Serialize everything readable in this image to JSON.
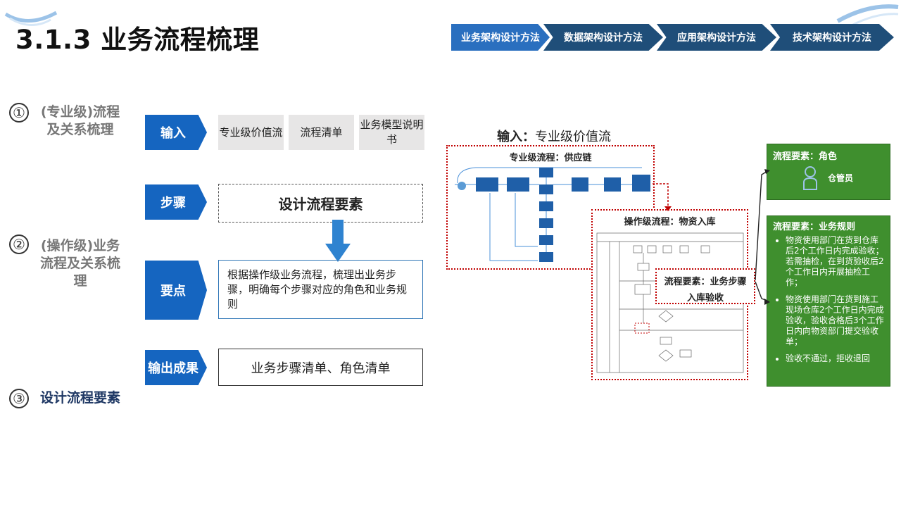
{
  "page_title": "3.1.3 业务流程梳理",
  "nav": {
    "items": [
      "业务架构设计方法",
      "数据架构设计方法",
      "应用架构设计方法",
      "技术架构设计方法"
    ]
  },
  "steps": [
    {
      "num": "①",
      "label": "(专业级)流程及关系梳理"
    },
    {
      "num": "②",
      "label": "(操作级)业务流程及关系梳理"
    },
    {
      "num": "③",
      "label": "设计流程要素"
    }
  ],
  "rows": {
    "input_label": "输入",
    "inputs": [
      "专业级价值流",
      "流程清单",
      "业务模型说明书"
    ],
    "step_label": "步骤",
    "step_text": "设计流程要素",
    "key_label": "要点",
    "key_text": "根据操作级业务流程，梳理出业务步骤，明确每个步骤对应的角色和业务规则",
    "output_label": "输出成果",
    "output_text": "业务步骤清单、角色清单"
  },
  "diagram": {
    "input_prefix": "输入：",
    "input_value": "专业级价值流",
    "supply_title": "专业级流程：供应链",
    "warehouse_title": "操作级流程：物资入库",
    "element_title": "流程要素：业务步骤",
    "element_value": "入库验收",
    "role_title": "流程要素：角色",
    "role_value": "仓管员",
    "rules_title": "流程要素：业务规则",
    "rules": [
      "物资使用部门在货到仓库后2个工作日内完成验收；若需抽检，在到货验收后2个工作日内开展抽检工作；",
      "物资使用部门在货到施工现场仓库2个工作日内完成验收，验收合格后3个工作日内向物资部门提交验收单；",
      "验收不通过，拒收退回"
    ]
  },
  "colors": {
    "accent_blue": "#1565c0",
    "nav_blue": "#1f4e79",
    "green": "#3f8f2e",
    "red_dotted": "#c00000"
  }
}
